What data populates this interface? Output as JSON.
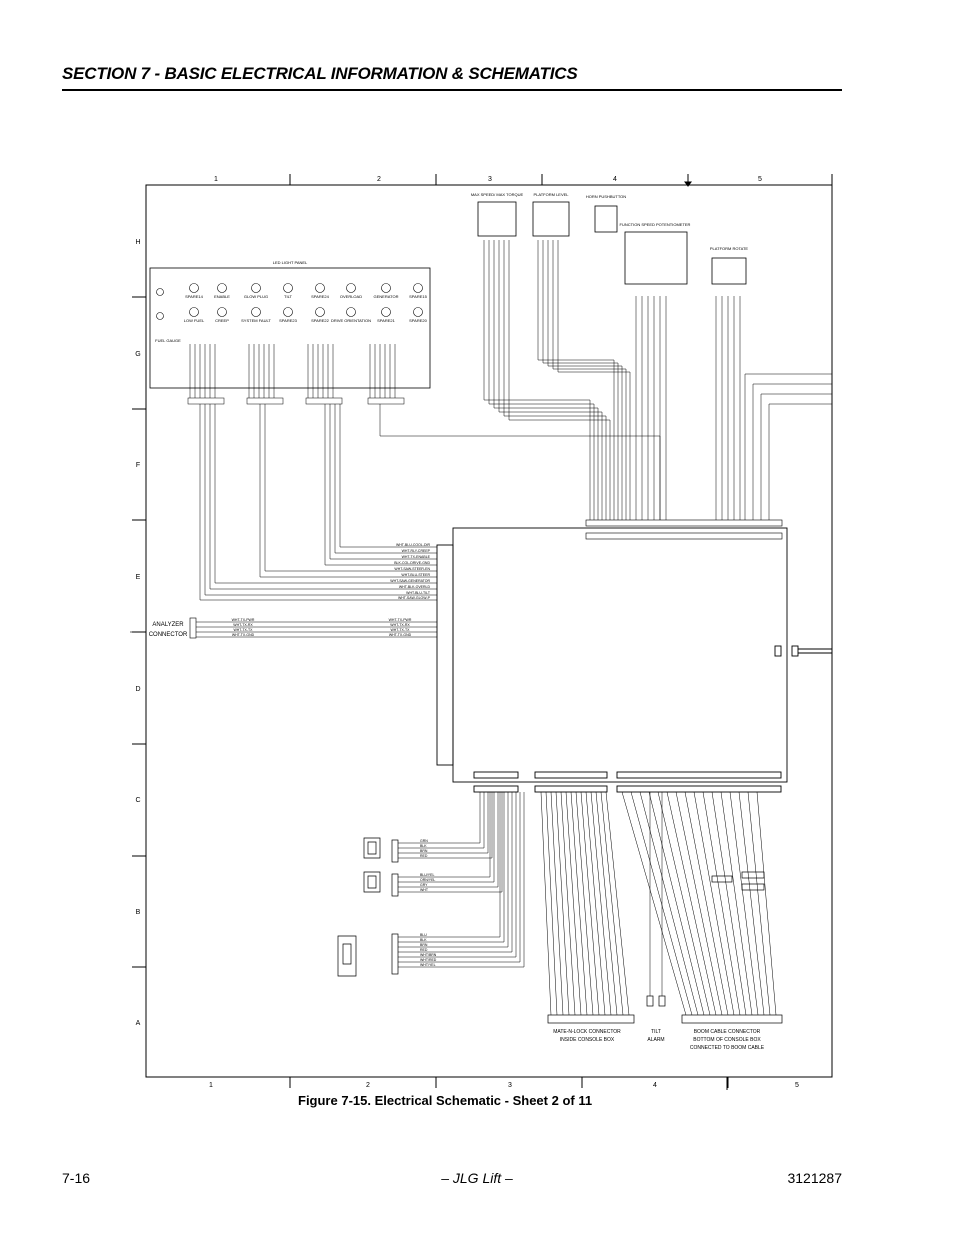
{
  "header": {
    "title": "SECTION 7 - BASIC ELECTRICAL INFORMATION & SCHEMATICS"
  },
  "schematic": {
    "columns": [
      "1",
      "2",
      "3",
      "4",
      "5"
    ],
    "rows": [
      "H",
      "G",
      "F",
      "E",
      "D",
      "C",
      "B",
      "A"
    ],
    "led_panel": {
      "title": "LED LIGHT PANEL",
      "row1": [
        "SPARE14",
        "ENABLE",
        "GLOW PLUG",
        "TILT",
        "SPARE24",
        "OVERLOAD",
        "GENERATOR",
        "SPARE15"
      ],
      "row2": [
        "LOW FUEL",
        "CREEP",
        "SYSTEM FAULT",
        "SPARE23",
        "SPARE22",
        "DRIVE ORIENTATION",
        "SPARE21",
        "SPARE20"
      ],
      "fuel_gauge": "FUEL GAUGE"
    },
    "top_devices": {
      "max_speed": "MAX SPEED/ MAX TORQUE",
      "platform_level": "PLATFORM LEVEL",
      "horn": "HORN PUSHBUTTON",
      "function_speed": "FUNCTION SPEED POTENTIOMETER",
      "platform_rotate": "PLATFORM ROTATE"
    },
    "analyzer": {
      "line1": "ANALYZER",
      "line2": "CONNECTOR"
    },
    "analyzer_wires": [
      "WHT-TX-PWR",
      "WHT-TX-RX",
      "WHT-TX-TX",
      "WHT-TX-GND"
    ],
    "e_wires": [
      "WHT-BLU-COOL-DIR",
      "WHT-RLY-CREEP",
      "WHT-TX-ENABLE",
      "BLK-COL-DRIVE-GND",
      "WHT-SAW-STEER-EN",
      "WHT-BLU-STEER",
      "WHT-SAW-GENERATOR",
      "WHT-BLK-OVERLD",
      "WHT-BLU-TILT",
      "WHT-SAW-GLOW-P"
    ],
    "bottom_labels": {
      "mate_n_lock": [
        "MATE-N-LOCK CONNECTOR",
        "INSIDE CONSOLE BOX"
      ],
      "alarm": [
        "TILT",
        "ALARM"
      ],
      "boom_cable": [
        "BOOM CABLE CONNECTOR",
        "BOTTOM OF CONSOLE BOX",
        "CONNECTED TO BOOM CABLE"
      ]
    },
    "lower_wires_1": [
      "GRN",
      "BLK",
      "BRN",
      "RED"
    ],
    "lower_wires_2": [
      "BLU/YEL",
      "ORN/YEL",
      "GRY",
      "WHT"
    ],
    "lower_wires_3": [
      "BLU",
      "BLK",
      "BRN",
      "RED",
      "WHT/BRN",
      "WHT/RED",
      "WHT/YEL"
    ]
  },
  "figure": {
    "caption": "Figure 7-15.  Electrical Schematic - Sheet 2 of 11"
  },
  "footer": {
    "page": "7-16",
    "brand": "– JLG Lift –",
    "doc_number": "3121287"
  }
}
